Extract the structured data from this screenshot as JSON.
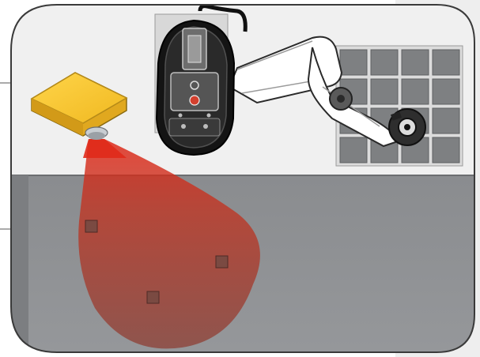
{
  "scene": {
    "colors": {
      "page_background": "#ffffff",
      "side_panel": "#eeeeee",
      "panel_border": "#3a3a3a",
      "back_wall": "#f0f0f0",
      "floor": "#8b8d90",
      "floor_edge": "#6b6d70",
      "sensor_body": "#f2c12e",
      "sensor_light": "#e02a1a",
      "robot_link": "#ffffff",
      "robot_outline": "#2a2a2a",
      "mobile_base": "#111111",
      "target_marker": "#7a4a42",
      "shelf_grid": "#7e8082"
    },
    "icons": [
      "overhead-sensor-icon",
      "robot-arm-icon",
      "mobile-robot-icon",
      "shelf-grid-icon"
    ],
    "targets_on_floor": 3,
    "shelf_grid": {
      "rows": 4,
      "columns": 4
    }
  }
}
